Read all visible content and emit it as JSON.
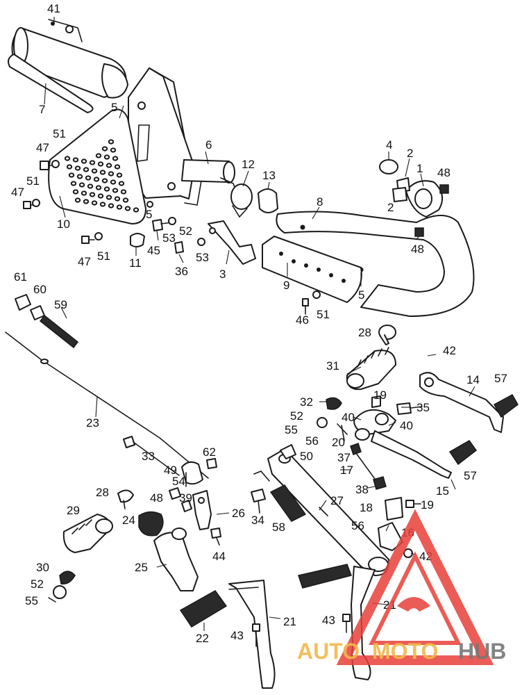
{
  "callouts": [
    {
      "label": "41"
    },
    {
      "label": "7"
    },
    {
      "label": "5"
    },
    {
      "label": "51"
    },
    {
      "label": "47"
    },
    {
      "label": "51"
    },
    {
      "label": "47"
    },
    {
      "label": "10"
    },
    {
      "label": "6"
    },
    {
      "label": "12"
    },
    {
      "label": "13"
    },
    {
      "label": "4"
    },
    {
      "label": "2"
    },
    {
      "label": "1"
    },
    {
      "label": "48"
    },
    {
      "label": "2"
    },
    {
      "label": "8"
    },
    {
      "label": "48"
    },
    {
      "label": "5"
    },
    {
      "label": "53"
    },
    {
      "label": "52"
    },
    {
      "label": "45"
    },
    {
      "label": "47"
    },
    {
      "label": "51"
    },
    {
      "label": "11"
    },
    {
      "label": "36"
    },
    {
      "label": "53"
    },
    {
      "label": "3"
    },
    {
      "label": "9"
    },
    {
      "label": "5"
    },
    {
      "label": "46"
    },
    {
      "label": "51"
    },
    {
      "label": "61"
    },
    {
      "label": "60"
    },
    {
      "label": "59"
    },
    {
      "label": "28"
    },
    {
      "label": "42"
    },
    {
      "label": "31"
    },
    {
      "label": "14"
    },
    {
      "label": "57"
    },
    {
      "label": "23"
    },
    {
      "label": "32"
    },
    {
      "label": "19"
    },
    {
      "label": "35"
    },
    {
      "label": "52"
    },
    {
      "label": "40"
    },
    {
      "label": "55"
    },
    {
      "label": "40"
    },
    {
      "label": "56"
    },
    {
      "label": "20"
    },
    {
      "label": "62"
    },
    {
      "label": "33"
    },
    {
      "label": "50"
    },
    {
      "label": "37"
    },
    {
      "label": "49"
    },
    {
      "label": "54"
    },
    {
      "label": "17"
    },
    {
      "label": "57"
    },
    {
      "label": "28"
    },
    {
      "label": "48"
    },
    {
      "label": "39"
    },
    {
      "label": "38"
    },
    {
      "label": "15"
    },
    {
      "label": "29"
    },
    {
      "label": "27"
    },
    {
      "label": "18"
    },
    {
      "label": "19"
    },
    {
      "label": "24"
    },
    {
      "label": "26"
    },
    {
      "label": "34"
    },
    {
      "label": "58"
    },
    {
      "label": "56"
    },
    {
      "label": "16"
    },
    {
      "label": "44"
    },
    {
      "label": "42"
    },
    {
      "label": "30"
    },
    {
      "label": "25"
    },
    {
      "label": "52"
    },
    {
      "label": "21"
    },
    {
      "label": "55"
    },
    {
      "label": "22"
    },
    {
      "label": "43"
    },
    {
      "label": "21"
    },
    {
      "label": "43"
    }
  ],
  "watermark": {
    "part1": "AUTO",
    "part2": "MOTO",
    "part3": "HUB",
    "colors": {
      "orange": "#f2b84b",
      "red": "#e8403a",
      "gray": "#777777"
    }
  }
}
